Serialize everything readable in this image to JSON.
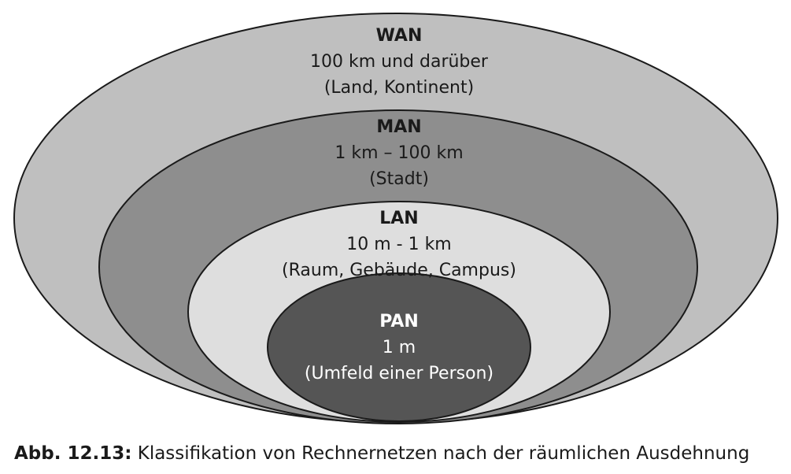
{
  "diagram": {
    "layers": [
      {
        "key": "wan",
        "title": "WAN",
        "range": "100 km und darüber",
        "scope": "(Land, Kontinent)",
        "fill": "#bfbfbf",
        "text_color": "#1a1a1a"
      },
      {
        "key": "man",
        "title": "MAN",
        "range": "1 km – 100 km",
        "scope": "(Stadt)",
        "fill": "#8e8e8e",
        "text_color": "#1a1a1a"
      },
      {
        "key": "lan",
        "title": "LAN",
        "range": "10 m - 1 km",
        "scope": "(Raum, Gebäude, Campus)",
        "fill": "#dedede",
        "text_color": "#1a1a1a"
      },
      {
        "key": "pan",
        "title": "PAN",
        "range": "1 m",
        "scope": "(Umfeld einer Person)",
        "fill": "#555555",
        "text_color": "#ffffff"
      }
    ],
    "stroke_color": "#1a1a1a"
  },
  "caption": {
    "label": "Abb. 12.13:",
    "text": "Klassifikation von Rechnernetzen nach der räumlichen Ausdehnung"
  }
}
